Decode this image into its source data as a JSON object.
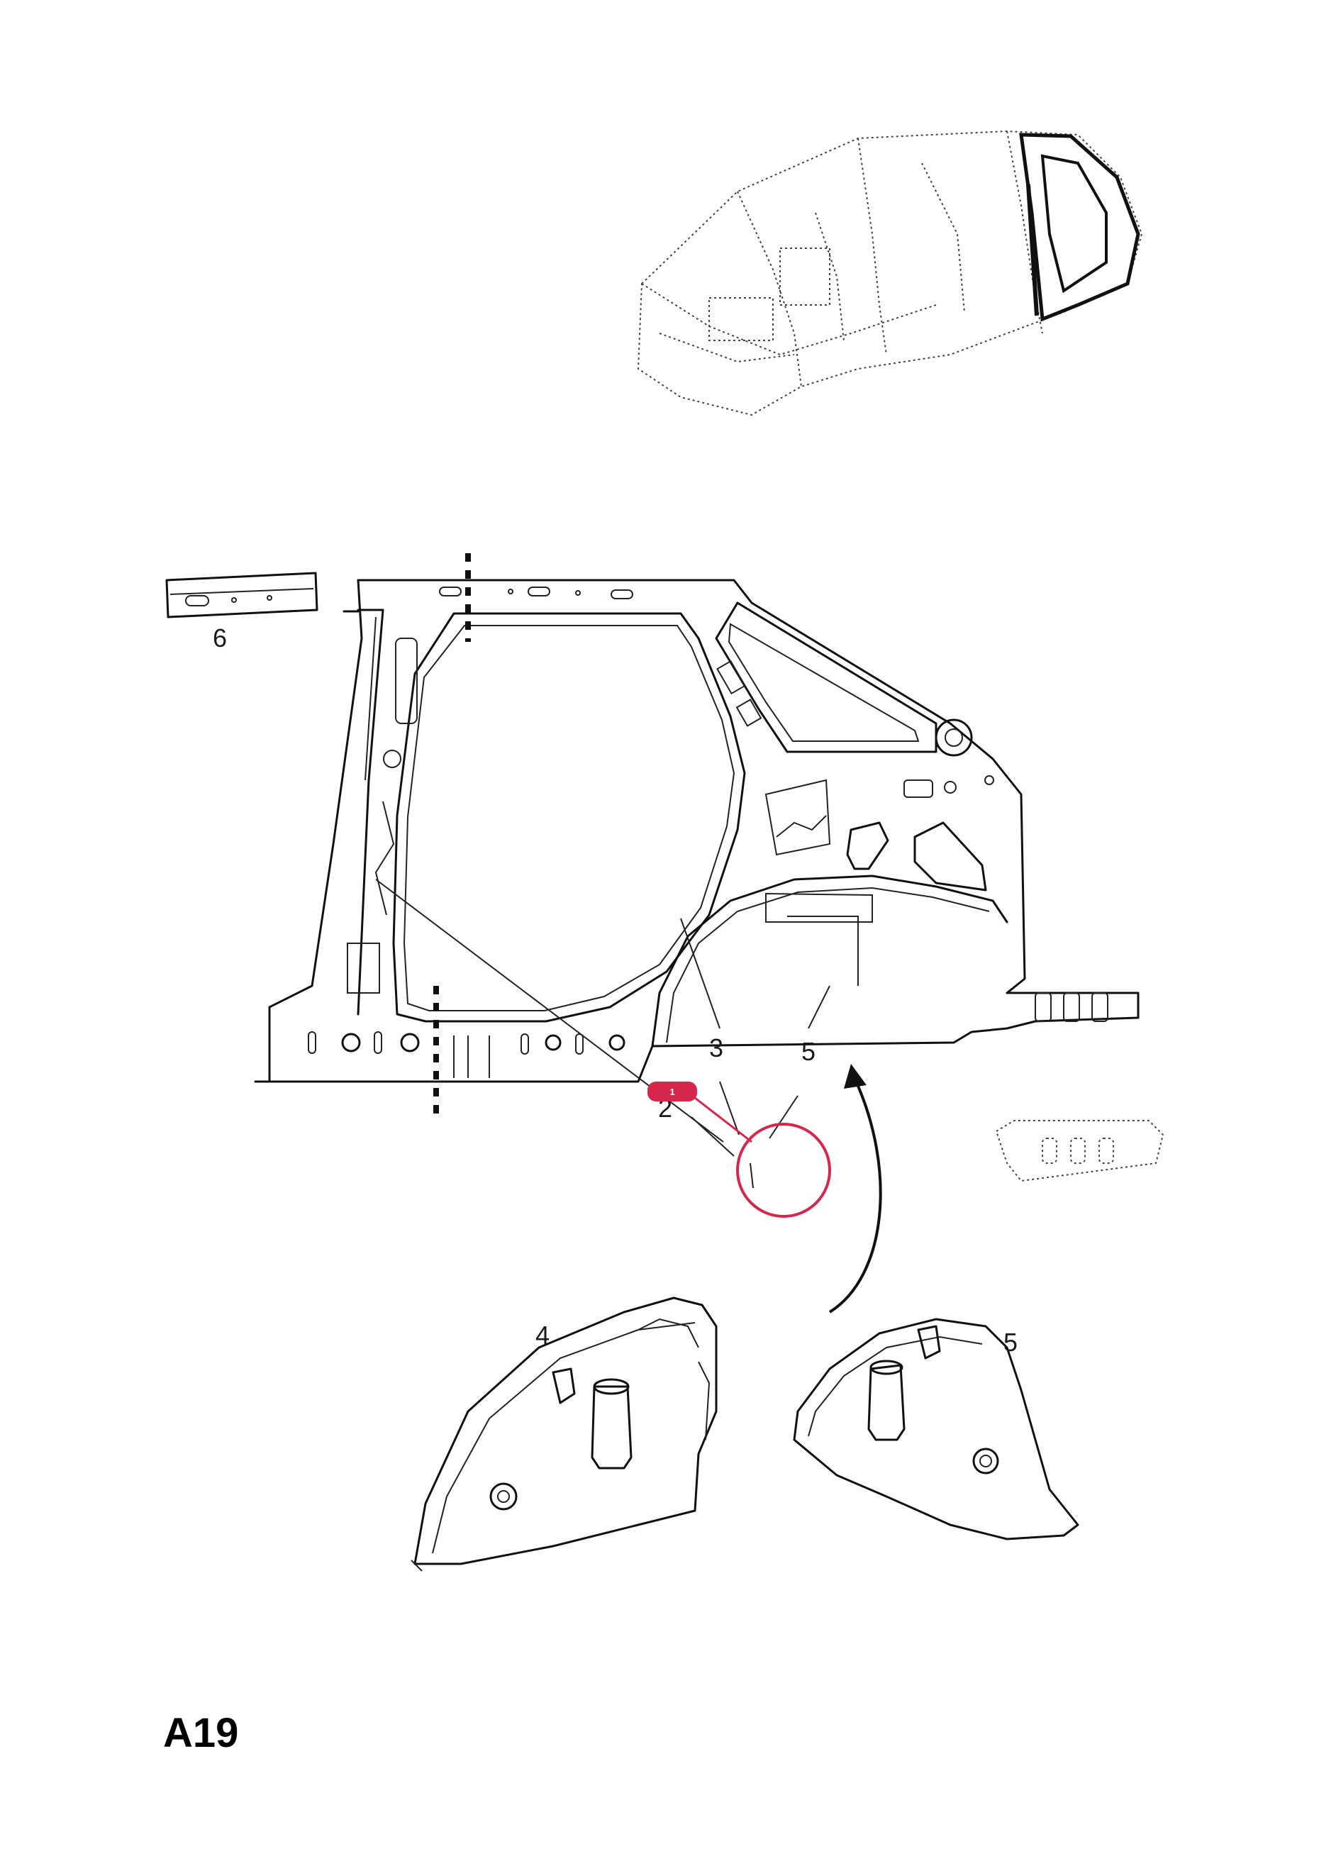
{
  "page_code": "A19",
  "callouts": {
    "c1": "1",
    "c2": "2",
    "c3": "3",
    "c4": "4",
    "c5": "5",
    "c6": "6"
  },
  "colors": {
    "highlight": "#d7264b",
    "line": "#111111"
  },
  "icons": {
    "arrow": "curved-arrow-icon"
  }
}
